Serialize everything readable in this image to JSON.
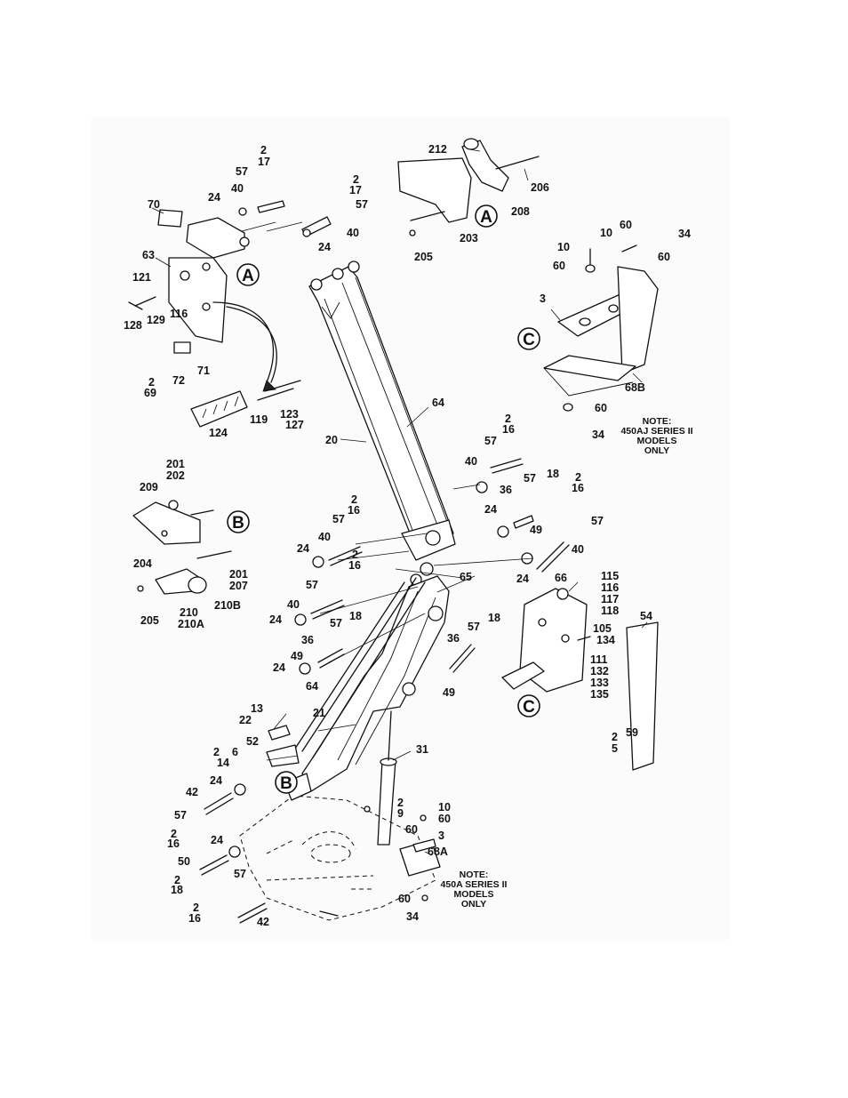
{
  "drawing": {
    "detail_views": {
      "a": "A",
      "b": "B",
      "c": "C"
    },
    "callouts": [
      "2",
      "17",
      "57",
      "24",
      "40",
      "70",
      "2",
      "17",
      "57",
      "40",
      "24",
      "63",
      "121",
      "129",
      "116",
      "128",
      "71",
      "2",
      "69",
      "72",
      "119",
      "123",
      "127",
      "124",
      "212",
      "206",
      "208",
      "203",
      "205",
      "10",
      "60",
      "34",
      "60",
      "10",
      "60",
      "3",
      "68B",
      "60",
      "34",
      "64",
      "20",
      "2",
      "16",
      "57",
      "40",
      "24",
      "36",
      "57",
      "18",
      "2",
      "16",
      "57",
      "49",
      "40",
      "24",
      "201",
      "202",
      "209",
      "204",
      "201",
      "207",
      "205",
      "210",
      "210A",
      "210B",
      "2",
      "16",
      "57",
      "40",
      "24",
      "2",
      "16",
      "57",
      "40",
      "24",
      "57",
      "18",
      "36",
      "49",
      "24",
      "64",
      "65",
      "66",
      "115",
      "116",
      "117",
      "118",
      "105",
      "134",
      "111",
      "132",
      "133",
      "135",
      "54",
      "2",
      "5",
      "59",
      "57",
      "18",
      "36",
      "49",
      "13",
      "22",
      "21",
      "52",
      "2",
      "6",
      "14",
      "31",
      "24",
      "42",
      "57",
      "2",
      "16",
      "24",
      "50",
      "2",
      "18",
      "57",
      "2",
      "16",
      "42",
      "2",
      "9",
      "10",
      "60",
      "60",
      "3",
      "68A",
      "60",
      "34"
    ],
    "note_c": {
      "line1": "NOTE:",
      "line2": "450AJ SERIES II",
      "line3": "MODELS",
      "line4": "ONLY"
    },
    "note_bottom": {
      "line1": "NOTE:",
      "line2": "450A SERIES II",
      "line3": "MODELS",
      "line4": "ONLY"
    }
  }
}
